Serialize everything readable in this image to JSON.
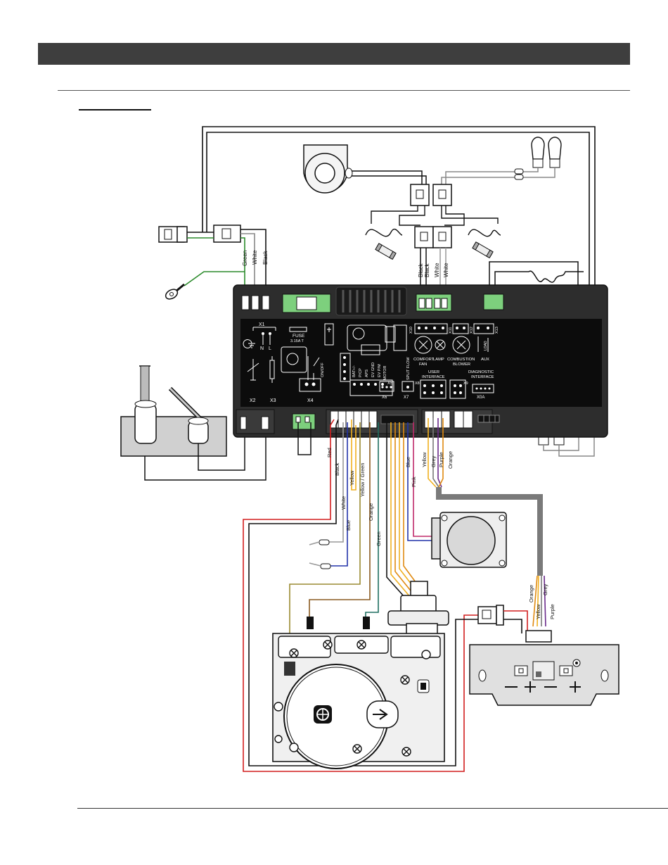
{
  "board": {
    "fuse_title": "FUSE",
    "fuse_rating": "3.15A T",
    "connectors": {
      "x1": "X1",
      "x2": "X2",
      "x3": "X3",
      "x4": "X4",
      "x5": "X5",
      "x6": "X6",
      "x7": "X7",
      "x8": "X8",
      "x9": "X9",
      "x10": "X10",
      "x11": "X11",
      "x12": "X12",
      "x13": "X13",
      "x0a": "X0A"
    },
    "labels": {
      "n": "N",
      "l": "L",
      "on_off": "ON/OFF",
      "bat": "BAT+/-",
      "pcp": "P/CP",
      "aps": "APS",
      "ev_gnd": "EV GND",
      "ev_pm": "EV P/M",
      "motor": "MOTOR",
      "split_flow": "SPLIT FLOW",
      "comfort_fan_line1": "COMFORT",
      "comfort_fan_line2": "FAN",
      "lamp": "LAMP",
      "combustion_line1": "COMBUSTION",
      "combustion_line2": "BLOWER",
      "aux": "AUX",
      "load": "LOAD",
      "user_interface_line1": "USER",
      "user_interface_line2": "INTERFACE",
      "diagnostic_line1": "DIAGNOSTIC",
      "diagnostic_line2": "INTERFACE"
    }
  },
  "wire_labels": {
    "power": [
      "Green",
      "White",
      "Black"
    ],
    "fan": [
      "Black",
      "Black",
      "White",
      "White"
    ],
    "valve": [
      "Red",
      "Black",
      "Yellow",
      "White",
      "Yellow / Green",
      "Blue",
      "Orange",
      "Green"
    ],
    "motor": [
      "Blue",
      "Pink"
    ],
    "interface": [
      "Yellow",
      "Grey",
      "Purple",
      "Orange"
    ],
    "receiver": [
      "Orange",
      "Yellow",
      "Grey",
      "Purple"
    ]
  },
  "colors": {
    "board": "#2d2d2d",
    "red": "#d21e1e",
    "green": "#2a8a2a",
    "yellow": "#f0b020",
    "blue": "#2233aa",
    "orange": "#e08a10",
    "brown": "#8a5a20",
    "olive": "#9a8a30",
    "teal": "#1f6f60",
    "purple": "#6a2a8a",
    "pink": "#c02a6a",
    "grey": "#7a7a7a",
    "connector_green": "#7dd07d"
  }
}
